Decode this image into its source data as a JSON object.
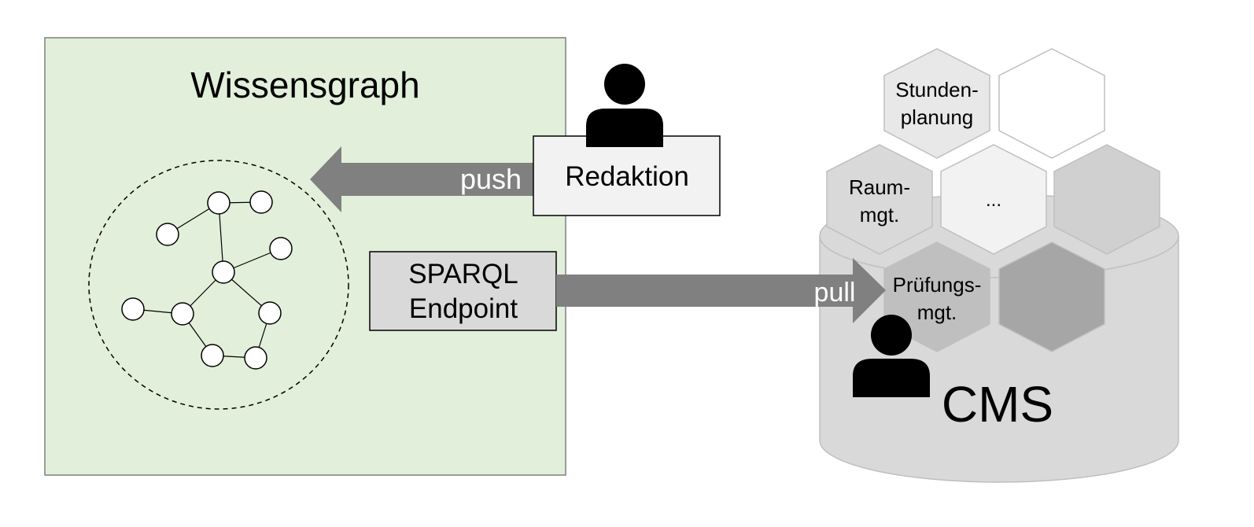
{
  "knowledge_graph": {
    "title": "Wissensgraph",
    "fill_color": "#e2efda",
    "border_color": "#7f7f7f"
  },
  "editorial": {
    "label": "Redaktion",
    "fill_color": "#f2f2f2"
  },
  "sparql": {
    "line1": "SPARQL",
    "line2": "Endpoint",
    "fill_color": "#d9d9d9"
  },
  "arrows": {
    "push_label": "push",
    "pull_label": "pull",
    "color": "#808080"
  },
  "cms": {
    "label": "CMS",
    "body_color": "#d9d9d9",
    "outline_color": "#bfbfbf"
  },
  "modules": {
    "stundenplanung": {
      "line1": "Stunden-",
      "line2": "planung"
    },
    "raum": {
      "line1": "Raum-",
      "line2": "mgt."
    },
    "ellipsis": "...",
    "pruefung": {
      "line1": "Prüfungs-",
      "line2": "mgt."
    }
  }
}
